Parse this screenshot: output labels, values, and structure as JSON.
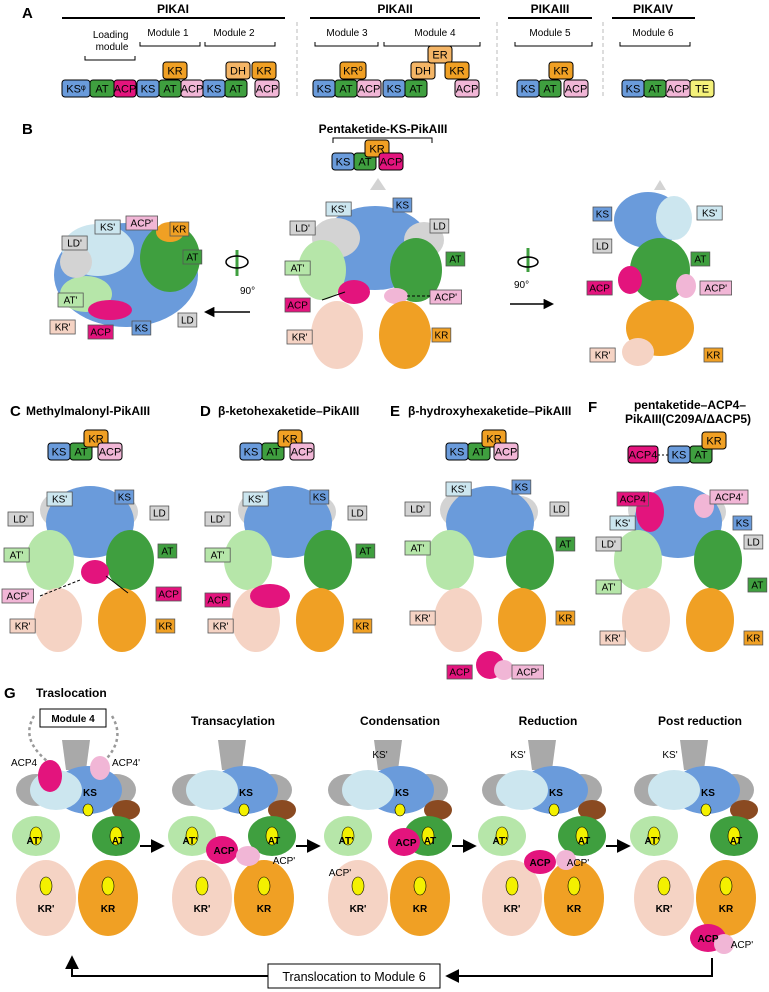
{
  "colors": {
    "KS": "#6a9bdb",
    "KS_prime": "#cce6ef",
    "AT": "#3f9f3f",
    "AT_prime": "#b6e6a9",
    "KR": "#f0a024",
    "KR_prime": "#f5d3c4",
    "ACP": "#e3147d",
    "ACP_prime": "#f1b6d6",
    "DH": "#f4b566",
    "ER": "#f4b566",
    "TE": "#f4f17a",
    "LD": "#d3d3d3",
    "cap": "#a9a9a9"
  },
  "panelA": {
    "letter": "A",
    "proteins": [
      "PIKAI",
      "PIKAII",
      "PIKAIII",
      "PIKAIV"
    ],
    "modules": [
      "Loading\nmodule",
      "Module 1",
      "Module 2",
      "Module 3",
      "Module 4",
      "Module 5",
      "Module 6"
    ]
  },
  "panelB": {
    "letter": "B",
    "title": "Pentaketide-KS-PikAIII",
    "rotation": "90°"
  },
  "panelC": {
    "letter": "C",
    "title": "Methylmalonyl-PikAIII"
  },
  "panelD": {
    "letter": "D",
    "title": "β-ketohexaketide–PikAIII"
  },
  "panelE": {
    "letter": "E",
    "title": "β-hydroxyhexaketide–PikAIII"
  },
  "panelF": {
    "letter": "F",
    "title_lines": [
      "pentaketide–ACP4–",
      "PikAIII(C209A/ΔACP5)"
    ]
  },
  "panelG": {
    "letter": "G",
    "steps": [
      "Traslocation",
      "Transacylation",
      "Condensation",
      "Reduction",
      "Post reduction"
    ],
    "module_label": "Module 4",
    "bottom_button": "Translocation to Module 6"
  },
  "labels": {
    "KS": "KS",
    "KS_prime": "KS'",
    "AT": "AT",
    "AT_prime": "AT'",
    "KR": "KR",
    "KR_prime": "KR'",
    "ACP": "ACP",
    "ACP_prime": "ACP'",
    "LD": "LD",
    "LD_prime": "LD'",
    "ACP4": "ACP4",
    "ACP4_prime": "ACP4'",
    "DH": "DH",
    "ER": "ER",
    "TE": "TE",
    "KR0": "KR⁰",
    "KSQ": "KSᵠ"
  }
}
